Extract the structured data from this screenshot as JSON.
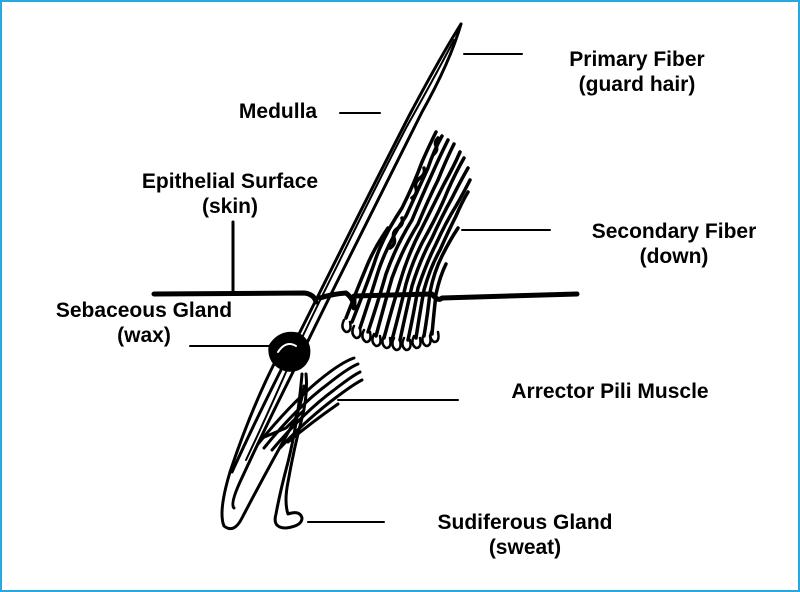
{
  "frame": {
    "border_color": "#27a9df",
    "background": "#ffffff"
  },
  "labels": {
    "primary_fiber": {
      "line1": "Primary Fiber",
      "line2": "(guard hair)"
    },
    "medulla": {
      "line1": "Medulla"
    },
    "epithelial_surface": {
      "line1": "Epithelial Surface",
      "line2": "(skin)"
    },
    "secondary_fiber": {
      "line1": "Secondary Fiber",
      "line2": "(down)"
    },
    "sebaceous_gland": {
      "line1": "Sebaceous Gland",
      "line2": "(wax)"
    },
    "arrector_pili": {
      "line1": "Arrector Pili Muscle"
    },
    "sudiferous_gland": {
      "line1": "Sudiferous Gland",
      "line2": "(sweat)"
    }
  }
}
